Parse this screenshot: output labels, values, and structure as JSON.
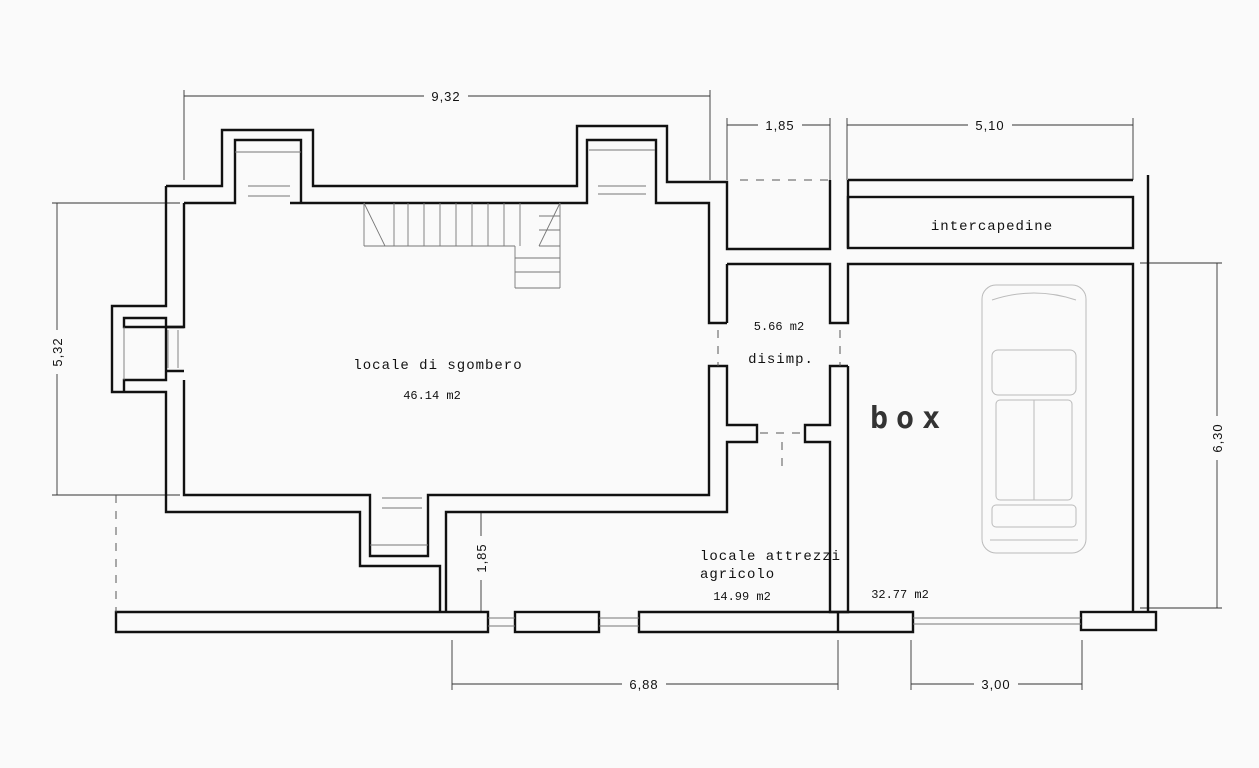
{
  "rooms": {
    "sgombero": {
      "name": "locale di sgombero",
      "area": "46.14 m2"
    },
    "disimpegno": {
      "name": "disimp.",
      "area": "5.66 m2"
    },
    "attrezzi": {
      "name_line1": "locale attrezzi",
      "name_line2": "agricolo",
      "area": "14.99 m2"
    },
    "box": {
      "name": "box",
      "area": "32.77 m2"
    },
    "intercapedine": {
      "name": "intercapedine"
    }
  },
  "dimensions": {
    "top_total": "9,32",
    "top_mid": "1,85",
    "top_right": "5,10",
    "left_height": "5,32",
    "right_height": "6,30",
    "attrezzi_height": "1,85",
    "bottom_attrezzi": "6,88",
    "bottom_box": "3,00"
  },
  "colors": {
    "wall": "#111111",
    "background": "#fafafa"
  }
}
